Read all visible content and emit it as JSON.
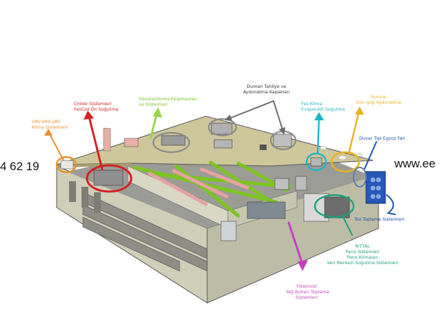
{
  "phone_fragment": "4 62 19",
  "web_fragment": "www.ee",
  "colors": {
    "orange": "#e8902c",
    "red": "#d42020",
    "green": "#7cc51e",
    "gray": "#6a6a6a",
    "cyan": "#1cb5c8",
    "yellow": "#e6b21e",
    "blue": "#1a4fa8",
    "teal": "#16a37a",
    "magenta": "#c63fc3"
  },
  "labels": {
    "vrv": {
      "line1": "VRV-VRS-VRF",
      "line2": "Klima Sistemleri"
    },
    "chiller": {
      "line1": "Chiller Sistemleri",
      "line2": "FesCoil Ön Soğutma"
    },
    "havalandirma": {
      "line1": "Havalandırma Ekipmanları",
      "line2": "ve Sistemleri"
    },
    "duman": {
      "line1": "Duman Tahliye ve",
      "line2": "Aydınlatma Kapakları"
    },
    "fes": {
      "line1": "Fes Klima",
      "line2": "Evaporatif Soğutma"
    },
    "sunvia": {
      "line1": "Sunvia",
      "line2": "Gün ışığı Aydınlatma"
    },
    "duvar": {
      "line1": "Duvar Tipi Egzoz Fan"
    },
    "toz": {
      "line1": "Toz Toplama Sistemleri"
    },
    "rittal": {
      "line1": "RITTAL",
      "line2": "Pano Sistemleri",
      "line3": "Pano Klimaları",
      "line4": "Veri Merkezi Soğutma Sistemleri"
    },
    "filtermist": {
      "line1": "Filtermist",
      "line2": "Yağ Buharı Toplama",
      "line3": "Sistemleri"
    }
  }
}
